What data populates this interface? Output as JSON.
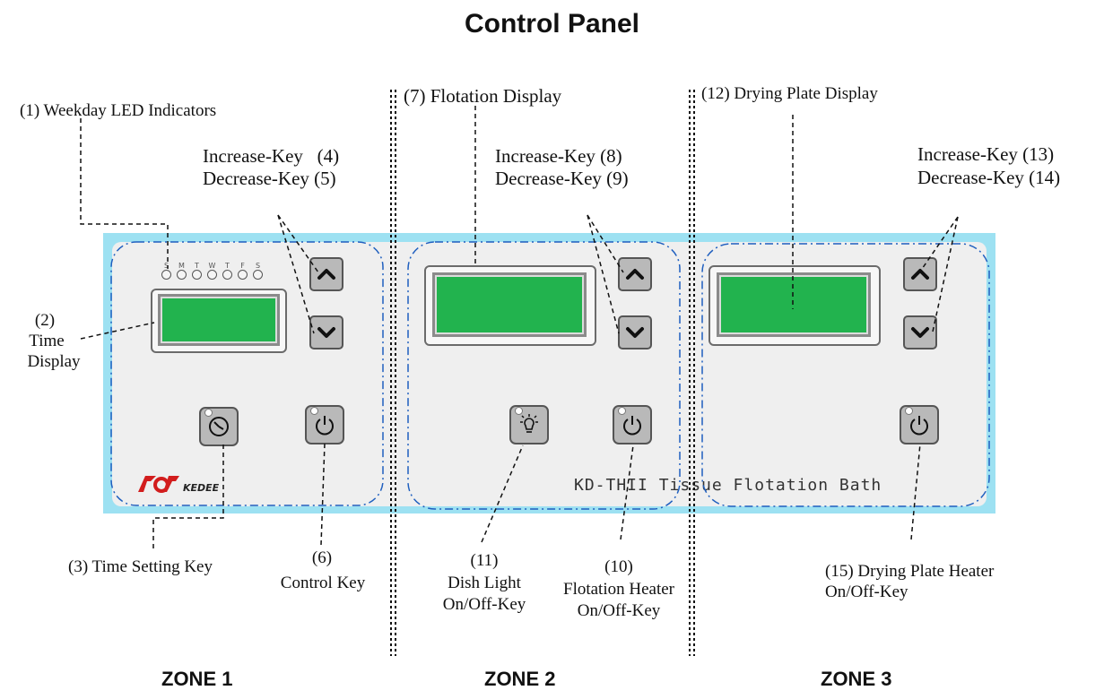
{
  "title": "Control Panel",
  "labels": {
    "l1": "(1) Weekday LED Indicators",
    "l2a": "(2)",
    "l2b": "Time",
    "l2c": "Display",
    "l3": "(3) Time Setting Key",
    "l4": "Increase-Key   (4)",
    "l5": "Decrease-Key (5)",
    "l6a": "(6)",
    "l6b": "Control Key",
    "l7": "(7) Flotation Display",
    "l8": "Increase-Key (8)",
    "l9": "Decrease-Key (9)",
    "l10a": "(10)",
    "l10b": "Flotation Heater",
    "l10c": "On/Off-Key",
    "l11a": "(11)",
    "l11b": "Dish Light",
    "l11c": "On/Off-Key",
    "l12": "(12) Drying Plate Display",
    "l13": "Increase-Key (13)",
    "l14": "Decrease-Key (14)",
    "l15a": "(15) Drying Plate Heater",
    "l15b": "On/Off-Key"
  },
  "weekdays": [
    "S",
    "M",
    "T",
    "W",
    "T",
    "F",
    "S"
  ],
  "brand": "KEDEE",
  "model_text": "KD-THII  Tissue Flotation Bath",
  "zones": [
    "ZONE 1",
    "ZONE 2",
    "ZONE 3"
  ],
  "icons": {
    "up": "chevron-up-icon",
    "down": "chevron-down-icon",
    "clock": "clock-icon",
    "power": "power-icon",
    "light": "light-bulb-icon"
  },
  "colors": {
    "panel_border": "#9de1f2",
    "lcd": "#22b34e",
    "zone_outline": "#1f5fbf"
  }
}
